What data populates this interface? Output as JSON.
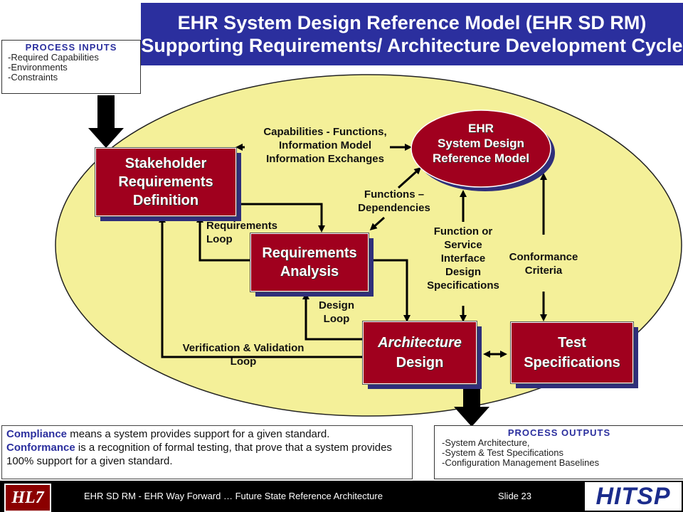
{
  "title": {
    "line1": "EHR System Design Reference Model (EHR SD RM)",
    "line2": "Supporting Requirements/ Architecture Development Cycle"
  },
  "process_inputs": {
    "heading": "PROCESS INPUTS",
    "items": [
      "-Required Capabilities",
      "-Environments",
      "-Constraints"
    ]
  },
  "process_outputs": {
    "heading": "PROCESS OUTPUTS",
    "items": [
      "-System Architecture,",
      "-System & Test Specifications",
      "-Configuration Management  Baselines"
    ]
  },
  "nodes": {
    "stakeholder": [
      "Stakeholder",
      "Requirements",
      "Definition"
    ],
    "req_analysis": [
      "Requirements",
      "Analysis"
    ],
    "arch_design": [
      "Architecture",
      "Design"
    ],
    "test_spec": [
      "Test",
      "Specifications"
    ],
    "ehr_model": [
      "EHR",
      "System Design",
      "Reference Model"
    ]
  },
  "labels": {
    "capabilities": [
      "Capabilities - Functions,",
      "Information Model",
      "Information Exchanges"
    ],
    "functions_dep": [
      "Functions –",
      "Dependencies"
    ],
    "req_loop": [
      "Requirements",
      "Loop"
    ],
    "function_service": [
      "Function or",
      "Service",
      "Interface",
      "Design",
      "Specifications"
    ],
    "conformance": [
      "Conformance",
      "Criteria"
    ],
    "design_loop": [
      "Design",
      "Loop"
    ],
    "vv_loop": [
      "Verification & Validation",
      "Loop"
    ]
  },
  "compliance": {
    "term1": "Compliance",
    "text1": " means a system provides support for a given standard.",
    "term2": "Conformance",
    "text2": " is a recognition of  formal testing, that prove that a system provides 100% support for a given standard."
  },
  "footer": {
    "logo_left": "HL7",
    "text": "EHR SD RM - EHR Way Forward … Future State Reference Architecture",
    "slide": "Slide 23",
    "logo_right": "HITSP"
  },
  "colors": {
    "title_band": "#2b2f9e",
    "node_fill": "#a0001e",
    "ellipse_fill": "#f4f099",
    "accent_text": "#2b2f9e"
  }
}
